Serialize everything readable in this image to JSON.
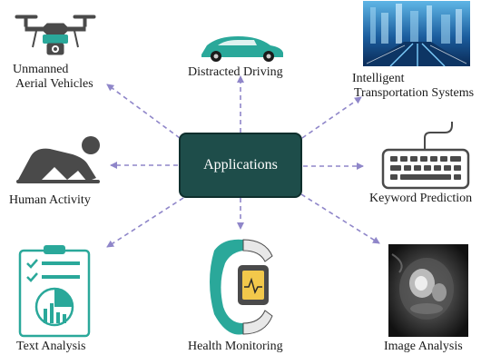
{
  "center": {
    "label": "Applications"
  },
  "applications": [
    {
      "key": "uav",
      "label_line1": "Unmanned",
      "label_line2": "Aerial Vehicles",
      "icon": "drone-icon"
    },
    {
      "key": "driving",
      "label": "Distracted Driving",
      "icon": "car-icon"
    },
    {
      "key": "its",
      "label_line1": "Intelligent",
      "label_line2": "Transportation Systems",
      "icon": "city-traffic-photo"
    },
    {
      "key": "human",
      "label": "Human Activity",
      "icon": "person-lying-icon"
    },
    {
      "key": "keyword",
      "label": "Keyword Prediction",
      "icon": "keyboard-icon"
    },
    {
      "key": "text",
      "label": "Text Analysis",
      "icon": "clipboard-chart-icon"
    },
    {
      "key": "health",
      "label": "Health Monitoring",
      "icon": "smartwatch-icon"
    },
    {
      "key": "image",
      "label": "Image Analysis",
      "icon": "mri-scan-photo"
    }
  ],
  "colors": {
    "accent": "#2aa89a",
    "dark": "#1e4d4a",
    "icon_gray": "#4a4a4a",
    "arrow": "#8f86c9"
  }
}
